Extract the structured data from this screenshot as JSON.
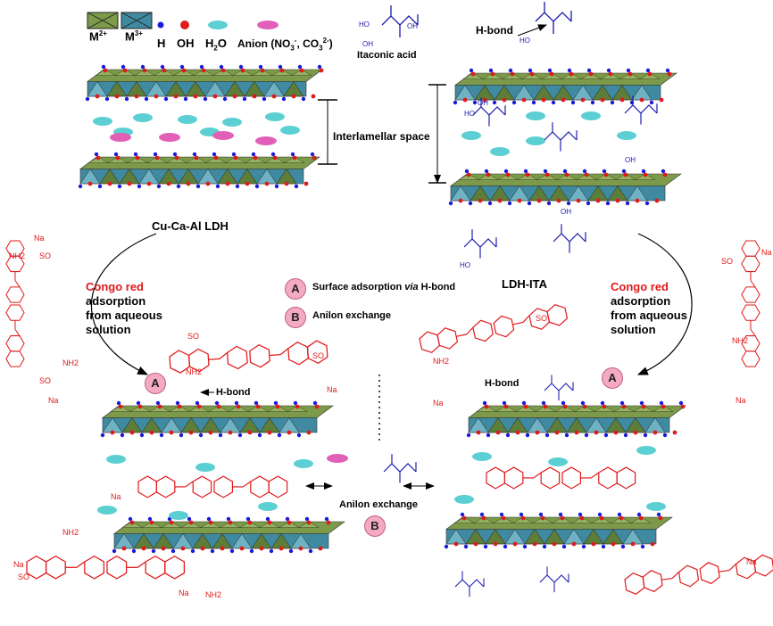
{
  "legend": {
    "m2": "M",
    "m2_sup": "2+",
    "m3": "M",
    "m3_sup": "3+",
    "h": "H",
    "oh": "OH",
    "h2o": "H",
    "h2o_sub": "2",
    "h2o_tail": "O",
    "anion": "Anion (NO",
    "anion_sub1": "3",
    "anion_sup1": "-",
    "anion_mid": ", CO",
    "anion_sub2": "3",
    "anion_sup2": "2-",
    "anion_tail": ")"
  },
  "labels": {
    "itaconic": "Itaconic acid",
    "interlamellar": "Interlamellar space",
    "cu_ca_al": "Cu-Ca-Al LDH",
    "ldh_ita": "LDH-ITA",
    "hbond_top": "H-bond",
    "hbond_left": "H-bond",
    "hbond_right": "H-bond",
    "anion_exchange_bottom": "Anilon exchange"
  },
  "congo_left": {
    "line1": "Congo red",
    "line2": "adsorption",
    "line3": "from aqueous",
    "line4": "solution"
  },
  "congo_right": {
    "line1": "Congo red",
    "line2": "adsorption",
    "line3": "from aqueous",
    "line4": "solution"
  },
  "mechanism_legend": {
    "a_letter": "A",
    "a_text_pre": "Surface adsorption ",
    "a_text_italic": "via",
    "a_text_post": " H-bond",
    "b_letter": "B",
    "b_text": "Anilon exchange"
  },
  "markers": {
    "a": "A",
    "b": "B"
  },
  "molecule_text": {
    "na": "Na",
    "nh2": "NH",
    "nh2_sub": "2",
    "so3": "SO",
    "oh": "OH",
    "ho": "HO"
  },
  "colors": {
    "layer_green": "#7d9a4a",
    "layer_teal": "#3f8aa0",
    "hydrogen": "#1a1adb",
    "oxygen": "#dd1c1c",
    "water": "#5bcfd2",
    "anion": "#e25fb8",
    "congo_red": "#e0191b",
    "itaconic_blue": "#1a1ab0",
    "marker_pink": "#f4aac4"
  }
}
